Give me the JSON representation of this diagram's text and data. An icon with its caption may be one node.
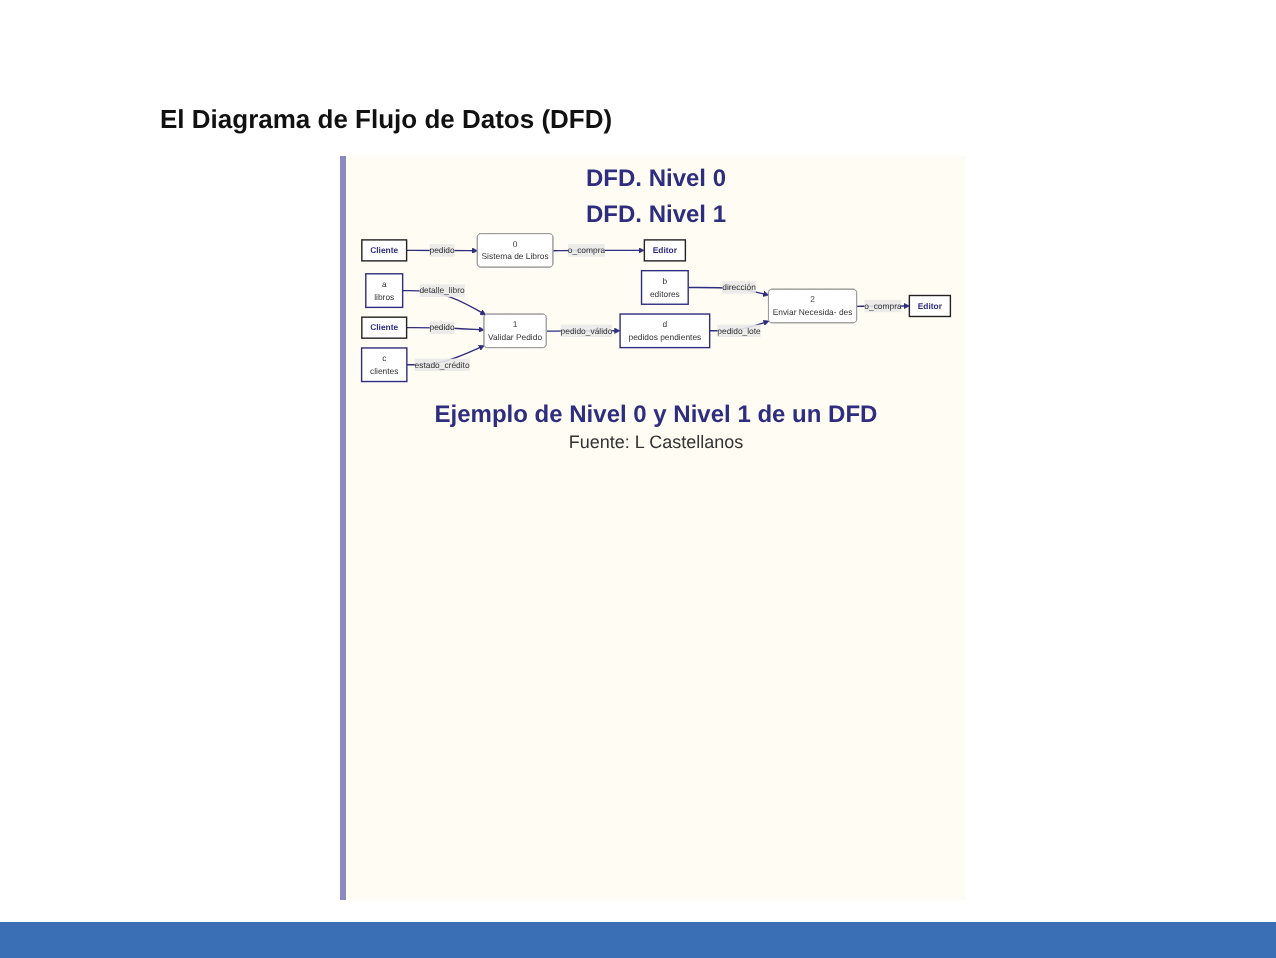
{
  "diagram": {
    "title": "El Diagrama de Flujo de Datos (DFD)",
    "nodes": [
      {
        "text": [
          "Cliente"
        ]
      },
      {
        "text": [
          "0",
          "Sistema de Libros"
        ]
      },
      {
        "text": [
          "Editor"
        ]
      },
      {
        "text": [
          "a",
          "libros"
        ]
      },
      {
        "text": [
          "b",
          "editores"
        ]
      },
      {
        "text": [
          "Cliente"
        ]
      },
      {
        "text": [
          "1",
          "Validar Pedido"
        ]
      },
      {
        "text": [
          "2",
          "Enviar Necesida- des"
        ]
      },
      {
        "text": [
          "Editor"
        ]
      },
      {
        "text": [
          "c",
          "clientes"
        ]
      },
      {
        "text": [
          "d",
          "pedidos pendientes"
        ]
      }
    ],
    "edges": [
      {
        "from": 0,
        "to": 1,
        "arrow": "to",
        "label": "pedido"
      },
      {
        "from": 1,
        "to": 2,
        "arrow": "to",
        "label": "o_compra"
      },
      {
        "from": 3,
        "to": 6,
        "arrow": "to",
        "label": "detalle_libro"
      },
      {
        "from": 4,
        "to": 7,
        "arrow": "to",
        "label": "dirección"
      },
      {
        "from": 5,
        "to": 6,
        "arrow": "to",
        "label": "pedido"
      },
      {
        "from": 7,
        "to": 8,
        "arrow": "to",
        "label": "o_compra"
      },
      {
        "from": 9,
        "to": 6,
        "arrow": "to",
        "label": "estado_crédito"
      },
      {
        "from": 6,
        "to": 10,
        "arrow": "to",
        "label": "pedido_válido"
      },
      {
        "from": 10,
        "to": 7,
        "arrow": "to",
        "label": "pedido_lote"
      }
    ],
    "labels": [
      "DFD. Nivel 0",
      "DFD. Nivel 1",
      "Fuente: L Castellanos"
    ],
    "caption": "Ejemplo de Nivel 0 y Nivel 1 de un DFD"
  }
}
